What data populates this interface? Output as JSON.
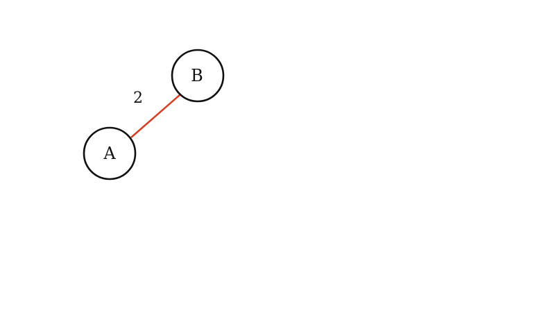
{
  "graph": {
    "nodes": [
      {
        "id": "A",
        "label": "A"
      },
      {
        "id": "B",
        "label": "B"
      }
    ],
    "edges": [
      {
        "from": "A",
        "to": "B",
        "weight": "2",
        "color": "#e03a1e"
      }
    ]
  }
}
